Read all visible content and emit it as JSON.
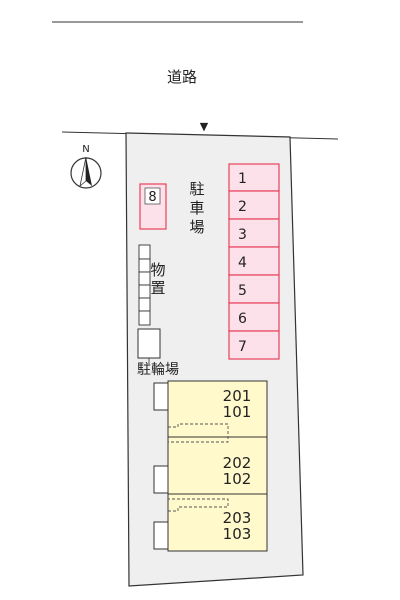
{
  "road": {
    "label": "道路",
    "entrance_marker": "▼"
  },
  "compass": {
    "north_label": "N",
    "icon": "north-arrow-icon"
  },
  "parking": {
    "label_chars": [
      "駐",
      "車",
      "場"
    ],
    "spaces": [
      "1",
      "2",
      "3",
      "4",
      "5",
      "6",
      "7"
    ],
    "extra_space": "8",
    "color_fill": "#fce0ea",
    "color_border": "#e8405a"
  },
  "storage": {
    "label_chars": [
      "物",
      "置"
    ]
  },
  "bicycle_parking": {
    "label": "駐輪場"
  },
  "building": {
    "fill_color": "#fff9cc",
    "units": [
      {
        "upper": "201",
        "lower": "101"
      },
      {
        "upper": "202",
        "lower": "102"
      },
      {
        "upper": "203",
        "lower": "103"
      }
    ]
  },
  "colors": {
    "site_fill": "#efefef",
    "outline": "#333333"
  }
}
